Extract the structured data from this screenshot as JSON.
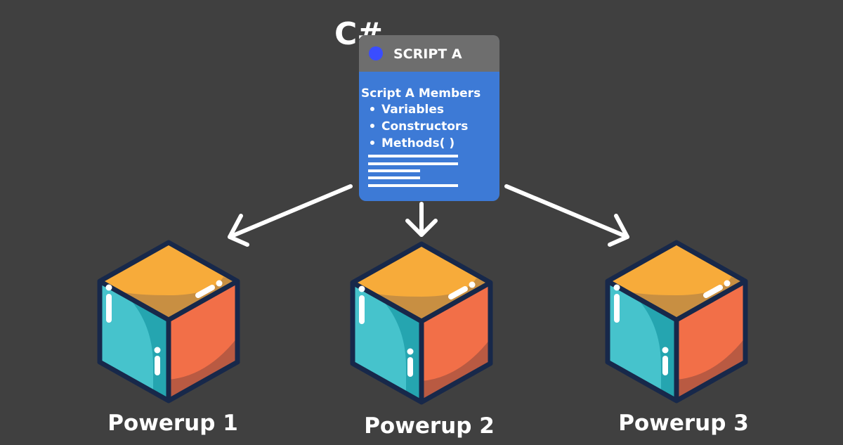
{
  "language_badge": "C#",
  "script_card": {
    "title": "SCRIPT A",
    "heading": "Script A Members",
    "members": [
      "Variables",
      "Constructors",
      "Methods( )"
    ],
    "colors": {
      "header": "#6e6e6e",
      "body": "#3d7ad6",
      "dot": "#3a4dff"
    }
  },
  "powerups": [
    {
      "label": "Powerup 1"
    },
    {
      "label": "Powerup 2"
    },
    {
      "label": "Powerup 3"
    }
  ],
  "cube_colors": {
    "top": "#f7ab3a",
    "top_shadow": "#c88f42",
    "left": "#46c3cc",
    "left_shadow": "#25a5b0",
    "right": "#f26f48",
    "right_shadow": "#b95a42",
    "outline": "#17284a"
  },
  "background": "#404040"
}
